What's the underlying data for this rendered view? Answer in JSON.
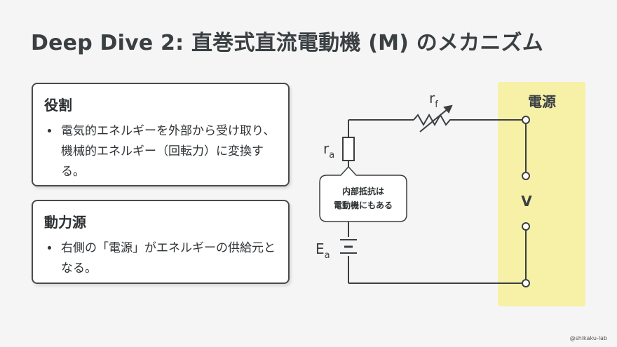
{
  "title": "Deep Dive 2: 直巻式直流電動機 (M) のメカニズム",
  "card_role": {
    "heading": "役割",
    "bullet": "電気的エネルギーを外部から受け取り、機械的エネルギー（回転力）に変換する。"
  },
  "card_power": {
    "heading": "動力源",
    "bullet": "右側の「電源」がエネルギーの供給元となる。"
  },
  "circuit": {
    "power_label": "電源",
    "voltage_label": "V",
    "rf_label": "r",
    "rf_sub": "f",
    "ra_label": "r",
    "ra_sub": "a",
    "ea_label": "E",
    "ea_sub": "a",
    "callout_line1": "内部抵抗は",
    "callout_line2": "電動機にもある",
    "highlight_color": "#f7f1a8"
  },
  "credit": "@shikaku-lab"
}
